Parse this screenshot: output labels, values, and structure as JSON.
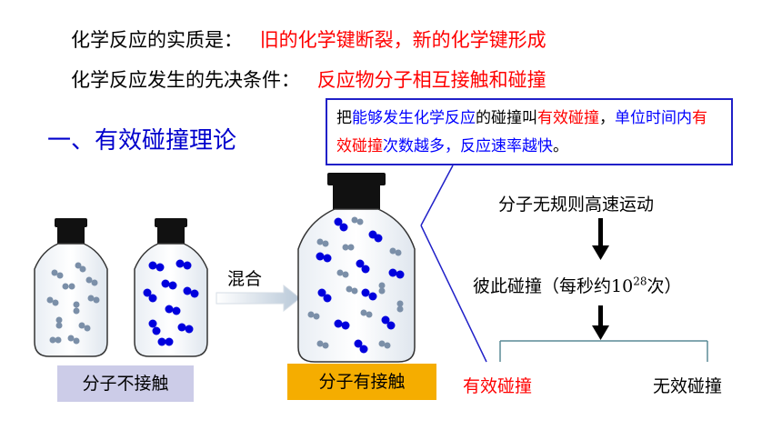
{
  "statements": {
    "line1_label": "化学反应的实质是：",
    "line1_value": "旧的化学键断裂，新的化学键形成",
    "line2_label": "化学反应发生的先决条件：",
    "line2_value": "反应物分子相互接触和碰撞"
  },
  "section_title": "一、有效碰撞理论",
  "callout": {
    "p1": "把",
    "p2": "能够发生化学反应",
    "p3": "的碰撞叫",
    "p4": "有效碰撞",
    "p5": "，",
    "p6": "单位时间内",
    "p7": "有效碰撞",
    "p8": "次数越多，反应速率越快",
    "p9": "。"
  },
  "flow": {
    "step1": "分子无规则高速运动",
    "step2_pre": "彼此碰撞（每秒约10",
    "step2_exp": "28",
    "step2_post": "次）",
    "branch_left": "有效碰撞",
    "branch_right": "无效碰撞"
  },
  "illustration": {
    "mix_label": "混合",
    "label_left": "分子不接触",
    "label_right": "分子有接触"
  },
  "colors": {
    "red": "#ff0000",
    "blue_text": "#0000ff",
    "molecule_blue": "#0000dd",
    "molecule_gray": "#7b8fa8",
    "label_left_bg": "#cccce8",
    "label_right_bg": "#f5ad00",
    "branch_line": "#5a8a96"
  }
}
